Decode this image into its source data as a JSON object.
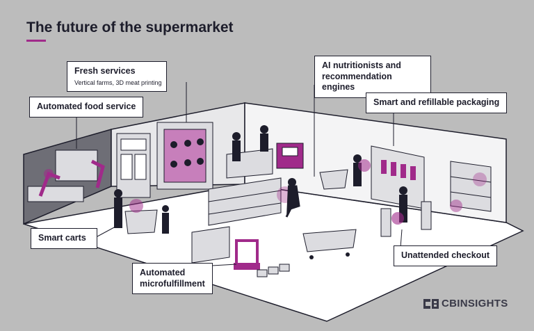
{
  "title": "The future of the supermarket",
  "labels": {
    "fresh_services": "Fresh services",
    "fresh_services_sub": "Vertical farms, 3D meat printing",
    "automated_food_service": "Automated food service",
    "ai_nutritionists": "AI nutritionists and recommendation engines",
    "smart_packaging": "Smart and refillable packaging",
    "smart_carts": "Smart carts",
    "unattended_checkout": "Unattended checkout",
    "microfulfillment": "Automated microfulfillment"
  },
  "logo": {
    "text": "CBINSIGHTS"
  },
  "colors": {
    "accent": "#a02a8a",
    "ink": "#1d1d2b",
    "background": "#bcbcbc",
    "floor": "#ffffff"
  }
}
